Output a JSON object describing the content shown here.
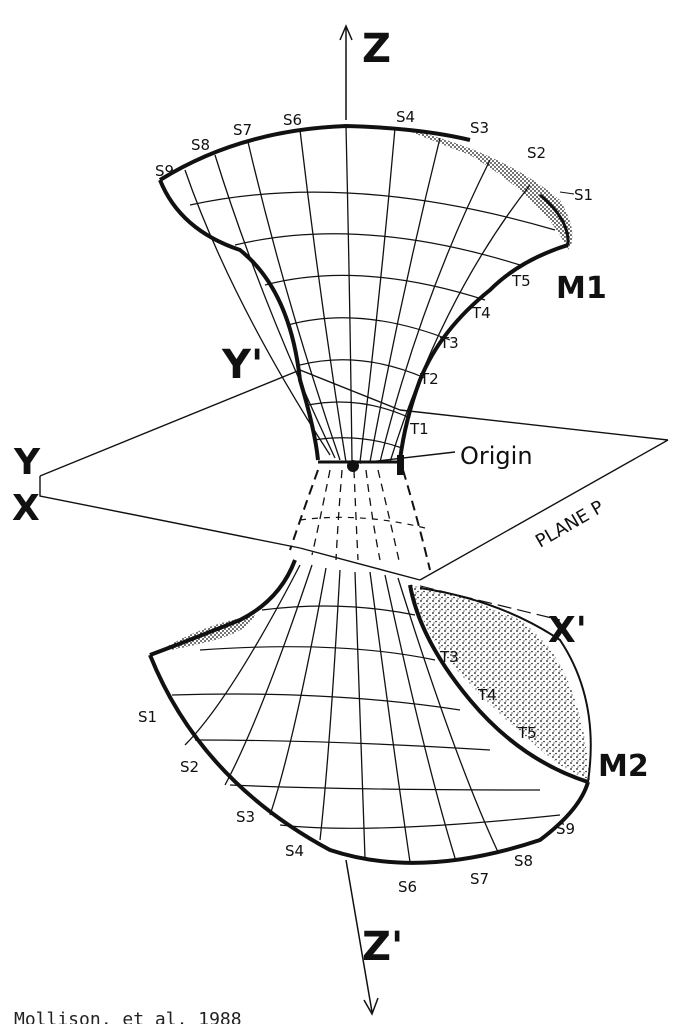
{
  "axes": {
    "z": "Z",
    "z_prime": "Z'",
    "y": "Y",
    "y_prime": "Y'",
    "x": "X",
    "x_prime": "X'"
  },
  "labels": {
    "origin": "Origin",
    "plane": "PLANE P",
    "m1": "M1",
    "m2": "M2"
  },
  "upper_sheet": {
    "s_labels": [
      "S9",
      "S8",
      "S7",
      "S6",
      "S4",
      "S3",
      "S2",
      "S1"
    ],
    "t_labels": [
      "T5",
      "T4",
      "T3",
      "T2",
      "T1"
    ]
  },
  "lower_sheet": {
    "s_labels": [
      "S1",
      "S2",
      "S3",
      "S4",
      "S6",
      "S7",
      "S8",
      "S9"
    ],
    "t_labels": [
      "T3",
      "T4",
      "T5"
    ]
  },
  "credit": "Mollison, et al, 1988",
  "colors": {
    "ink": "#111111",
    "paper": "#ffffff"
  }
}
